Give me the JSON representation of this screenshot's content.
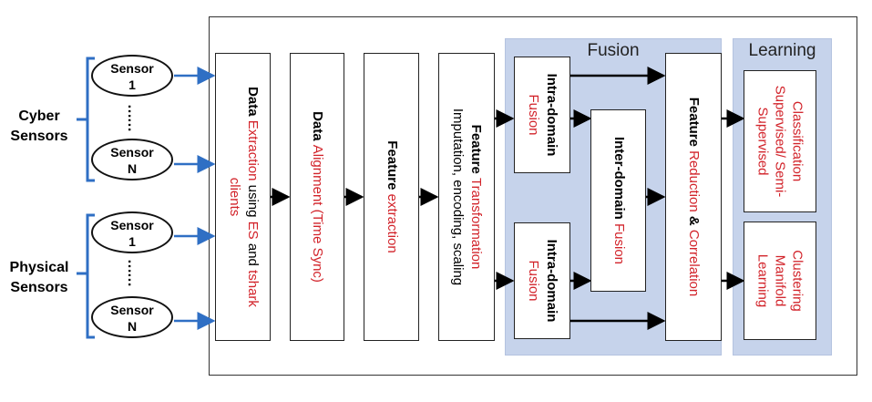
{
  "groups": {
    "cyber": "Cyber\nSensors",
    "physical": "Physical\nSensors"
  },
  "sensors": {
    "first": "Sensor\n1",
    "last": "Sensor\nN",
    "ellipsis": "……"
  },
  "panels": {
    "fusion": "Fusion",
    "learning": "Learning"
  },
  "stages": {
    "extraction": {
      "bold": "Data ",
      "red": "Extraction",
      "rest": " using ",
      "red2": "ES",
      "rest2": " and ",
      "red3": "tshark",
      "line2": "clients"
    },
    "alignment": {
      "bold": "Data ",
      "red": "Alignment (Time Sync)"
    },
    "feature_extraction": {
      "bold": "Feature ",
      "red": "extraction"
    },
    "transformation": {
      "bold": "Feature ",
      "red": "Transformation",
      "line2": "Imputation, encoding, scaling"
    },
    "intra_top": {
      "bold": "Intra-domain",
      "red": "Fusion"
    },
    "intra_bottom": {
      "bold": "Intra-domain",
      "red": "Fusion"
    },
    "inter": {
      "bold": "Inter-domain ",
      "red": "Fusion"
    },
    "reduction": {
      "bold": "Feature ",
      "red": "Reduction ",
      "amp": "&",
      "red2": " Correlation"
    },
    "classification": {
      "line1": "Classification",
      "line2": "Supervised/ Semi-",
      "line3": "Supervised"
    },
    "clustering": {
      "line1": "Clustering",
      "line2": "Manifold",
      "line3": "Learning"
    }
  },
  "colors": {
    "accent_red": "#d2232a",
    "arrow_blue": "#2f6fc4",
    "panel_blue": "#c6d3eb"
  }
}
